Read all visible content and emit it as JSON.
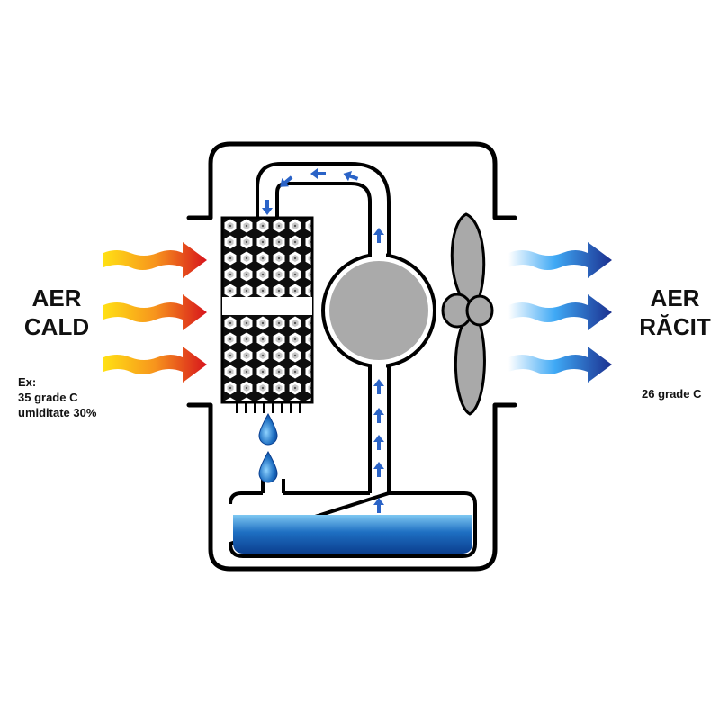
{
  "labels": {
    "warm_air_line1": "AER",
    "warm_air_line2": "CALD",
    "example_line1": "Ex:",
    "example_line2": "35 grade C",
    "example_line3": "umiditate 30%",
    "cool_air_line1": "AER",
    "cool_air_line2": "RĂCIT",
    "cool_air_temp": "26 grade C"
  },
  "colors": {
    "warm_gradient": [
      "#ffe014",
      "#f7941d",
      "#d7141c"
    ],
    "cool_gradient": [
      "#ffffff",
      "#3fa9f5",
      "#1b2f8f"
    ],
    "water_gradient": [
      "#7ec8f2",
      "#1e6fc2",
      "#0b3f8f"
    ],
    "flow_arrow": "#2a63c7",
    "housing_stroke": "#000000",
    "component_fill": "#aaaaaa",
    "media_fill": "#0e0e0e"
  },
  "icons": [
    "warm-air-arrow-icon",
    "cool-air-arrow-icon",
    "water-drop-icon",
    "fan-icon",
    "flow-arrow-icon"
  ]
}
